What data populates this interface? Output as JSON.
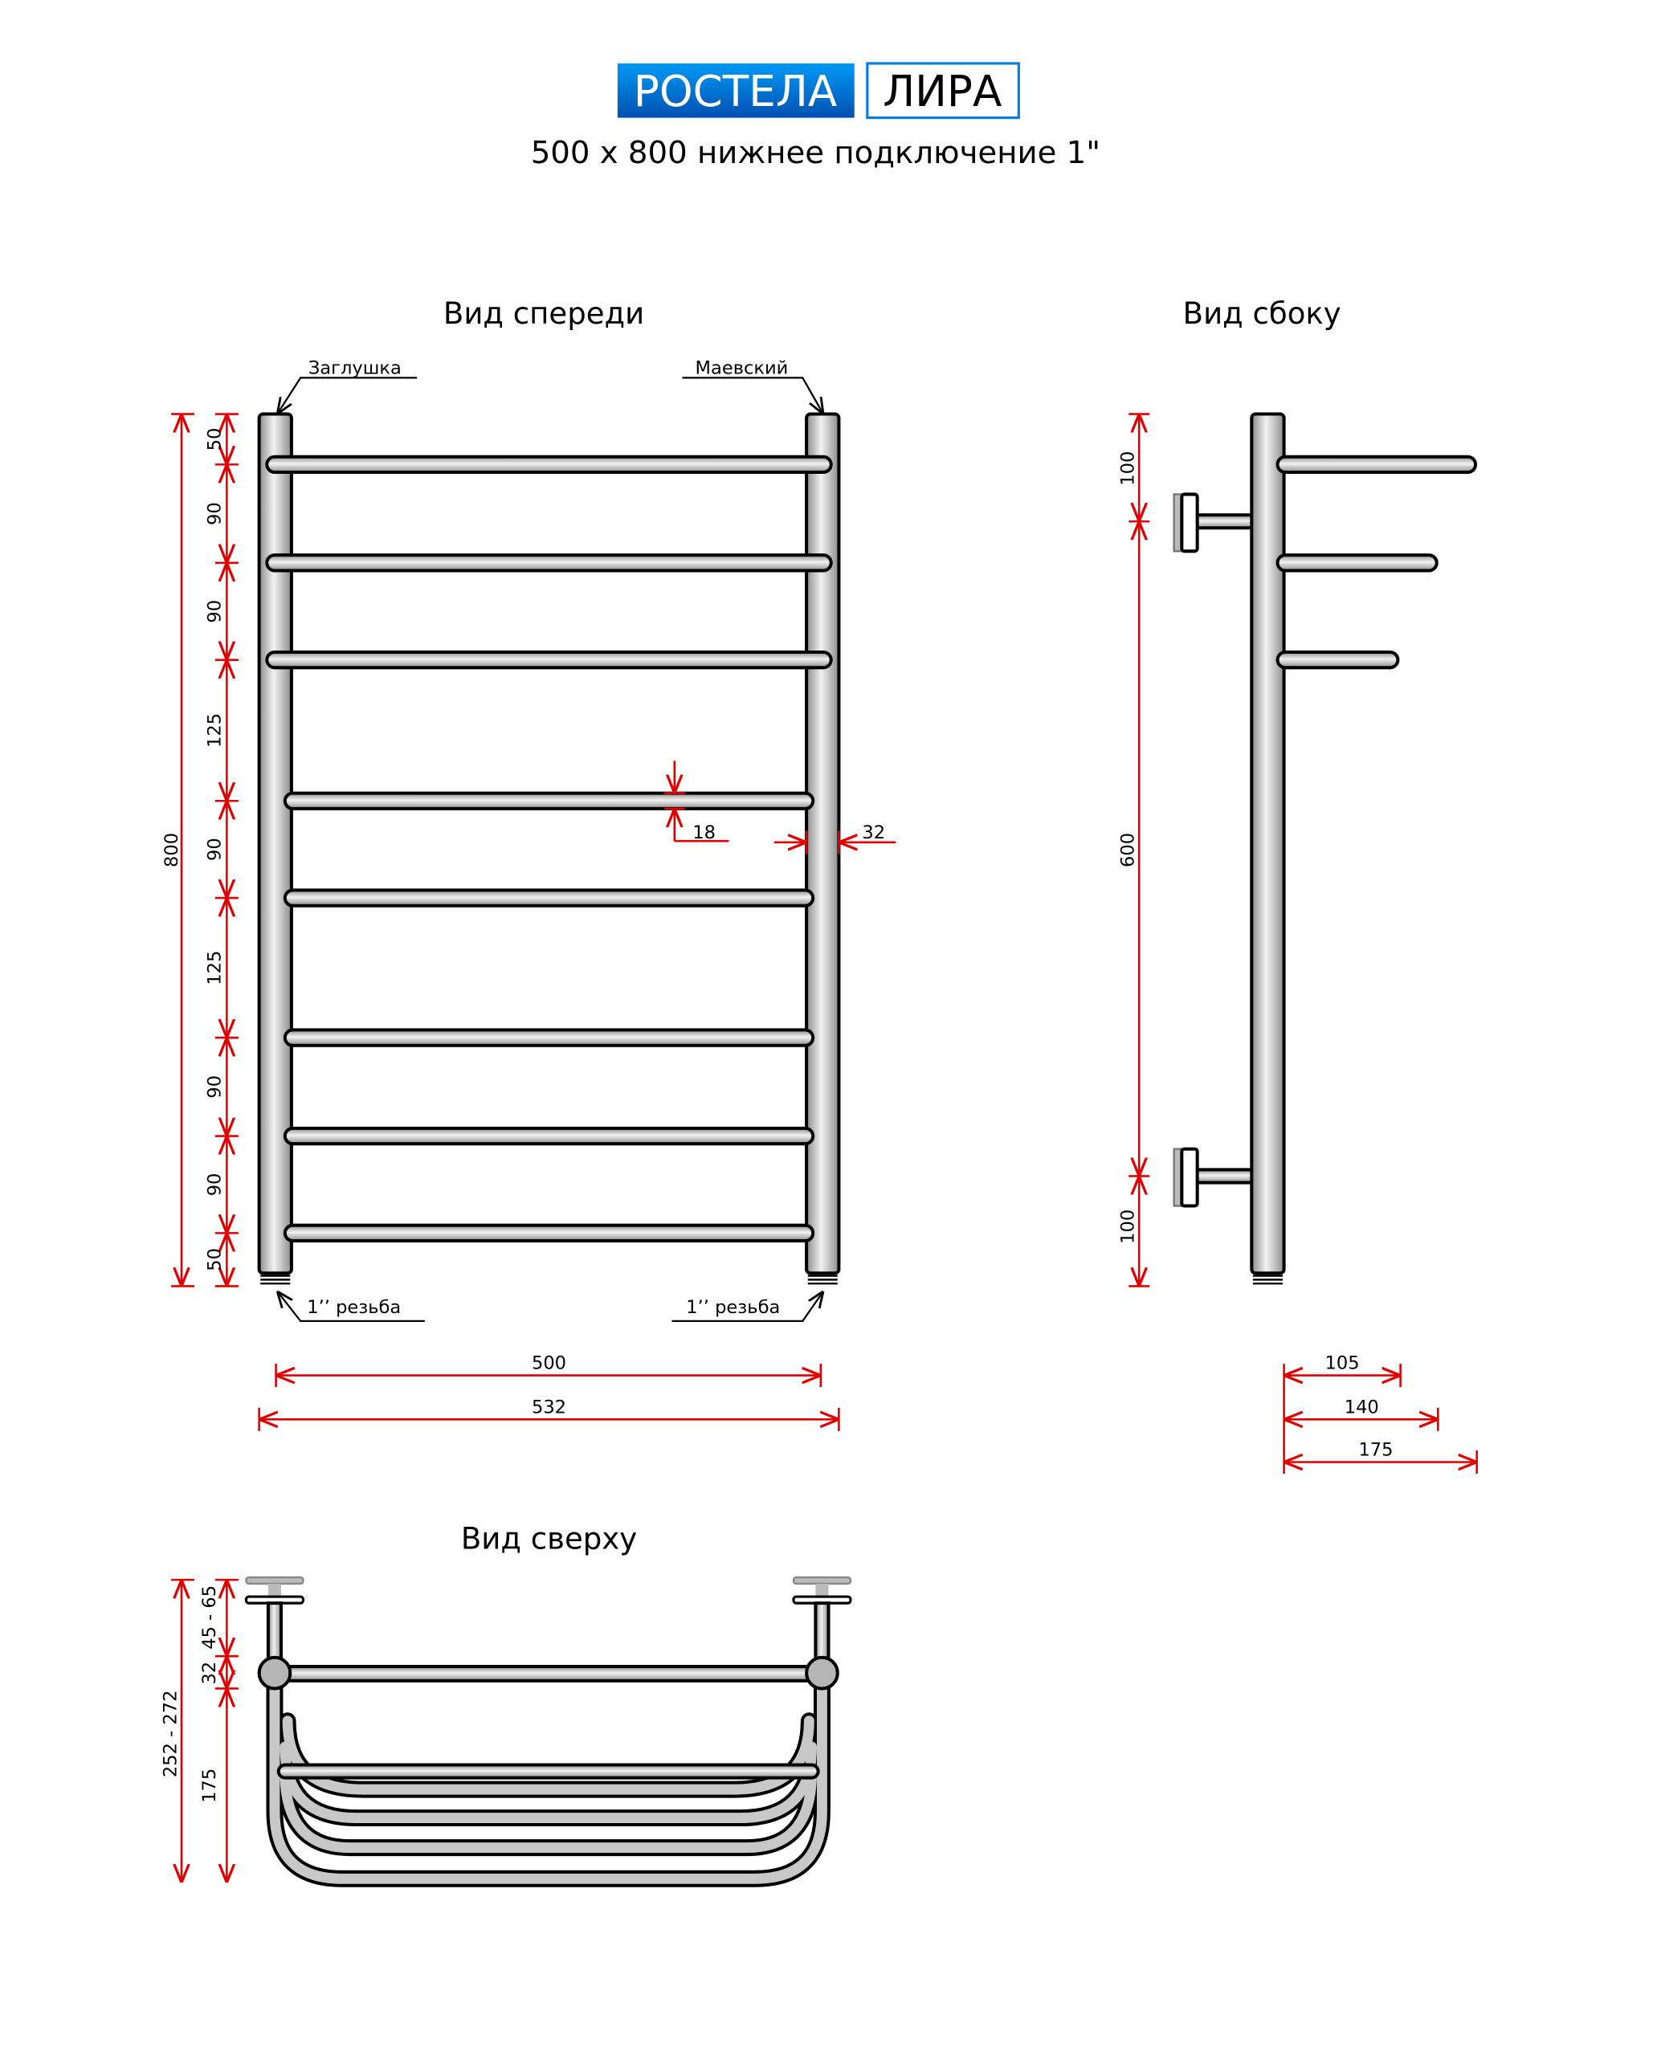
{
  "header": {
    "brand": "РОСТЕЛА",
    "model": "ЛИРА",
    "subtitle": "500 x 800 нижнее подключение 1\"",
    "brand_color": "#0a7fe0"
  },
  "front_view": {
    "title": "Вид спереди",
    "plug_label": "Заглушка",
    "mayevsky_label": "Маевский",
    "thread_left": "1’’ резьба",
    "thread_right": "1’’ резьба",
    "total_height": "800",
    "segments": [
      "50",
      "90",
      "90",
      "125",
      "90",
      "125",
      "90",
      "90",
      "50"
    ],
    "bar_diameter": "18",
    "post_diameter": "32",
    "axis_width": "500",
    "total_width": "532"
  },
  "side_view": {
    "title": "Вид сбоку",
    "segments": [
      "100",
      "600",
      "100"
    ],
    "depths": [
      "105",
      "140",
      "175"
    ]
  },
  "top_view": {
    "title": "Вид сверху",
    "total_depth": "252 - 272",
    "wall_gap": "45 - 65",
    "post": "32",
    "shelf": "175"
  },
  "colors": {
    "dimension": "#e00000",
    "pipe": "#b8b8b8"
  }
}
